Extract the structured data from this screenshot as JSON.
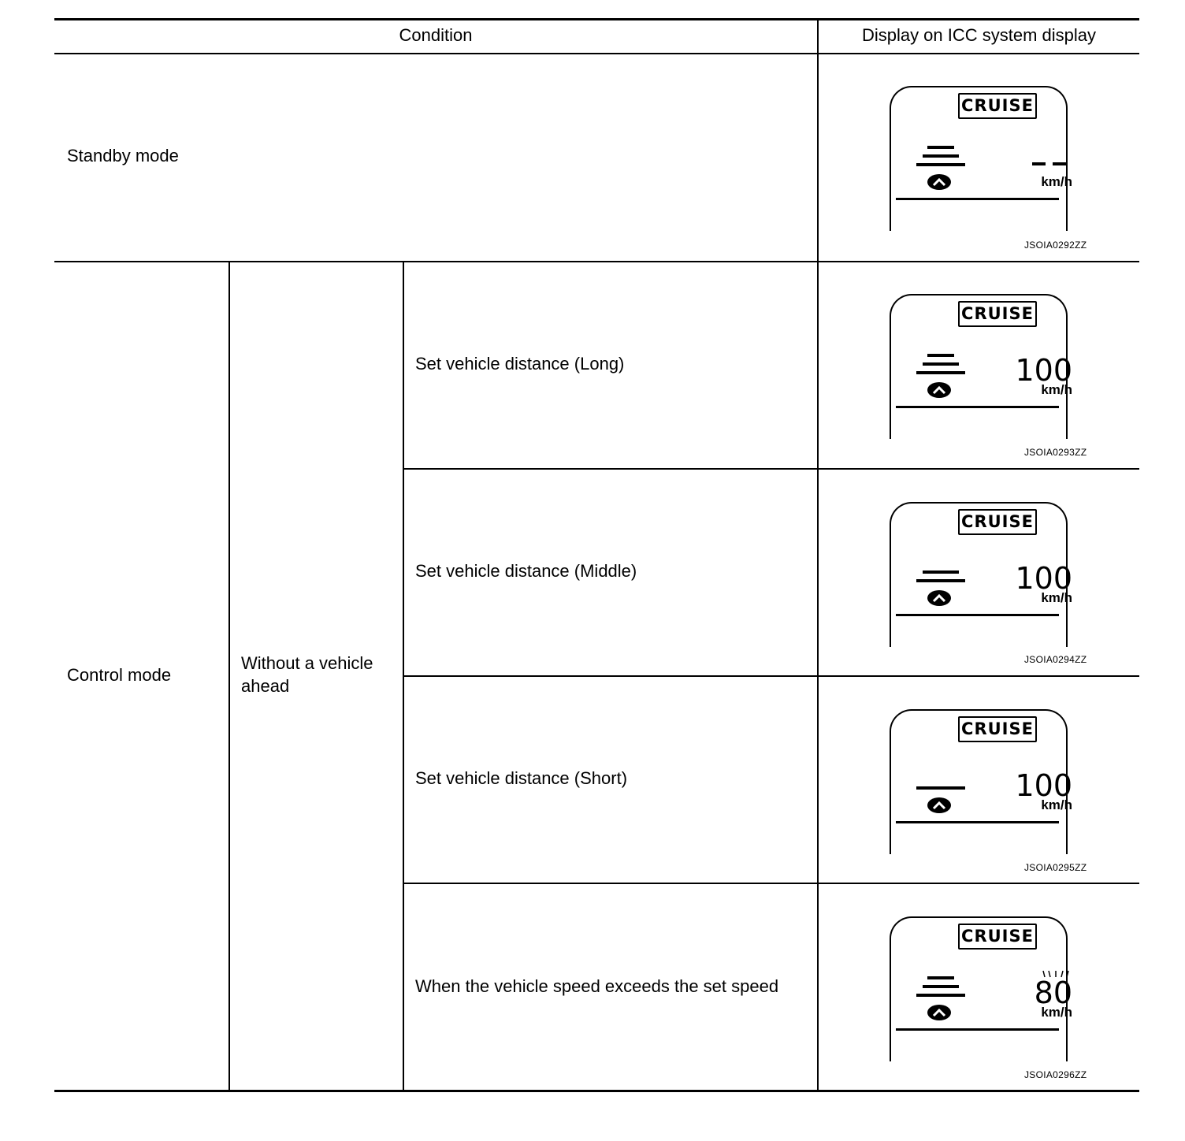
{
  "table": {
    "headers": {
      "condition": "Condition",
      "display": "Display on ICC system display"
    },
    "standby": {
      "label": "Standby mode",
      "display": {
        "badge": "CRUISE",
        "speed": "– –",
        "unit": "km/h",
        "bars": 3,
        "code": "JSOIA0292ZZ"
      }
    },
    "control": {
      "label": "Control mode",
      "sub_label_line1": "Without a vehicle",
      "sub_label_line2": "ahead",
      "rows": [
        {
          "condition": "Set vehicle distance (Long)",
          "display": {
            "badge": "CRUISE",
            "speed": "100",
            "unit": "km/h",
            "bars": 3,
            "code": "JSOIA0293ZZ"
          }
        },
        {
          "condition": "Set vehicle distance (Middle)",
          "display": {
            "badge": "CRUISE",
            "speed": "100",
            "unit": "km/h",
            "bars": 2,
            "code": "JSOIA0294ZZ"
          }
        },
        {
          "condition": "Set vehicle distance (Short)",
          "display": {
            "badge": "CRUISE",
            "speed": "100",
            "unit": "km/h",
            "bars": 1,
            "code": "JSOIA0295ZZ"
          }
        },
        {
          "condition": "When the vehicle speed exceeds the set speed",
          "display": {
            "badge": "CRUISE",
            "speed": "80",
            "unit": "km/h",
            "bars": 3,
            "flashing": true,
            "code": "JSOIA0296ZZ"
          }
        }
      ]
    }
  }
}
